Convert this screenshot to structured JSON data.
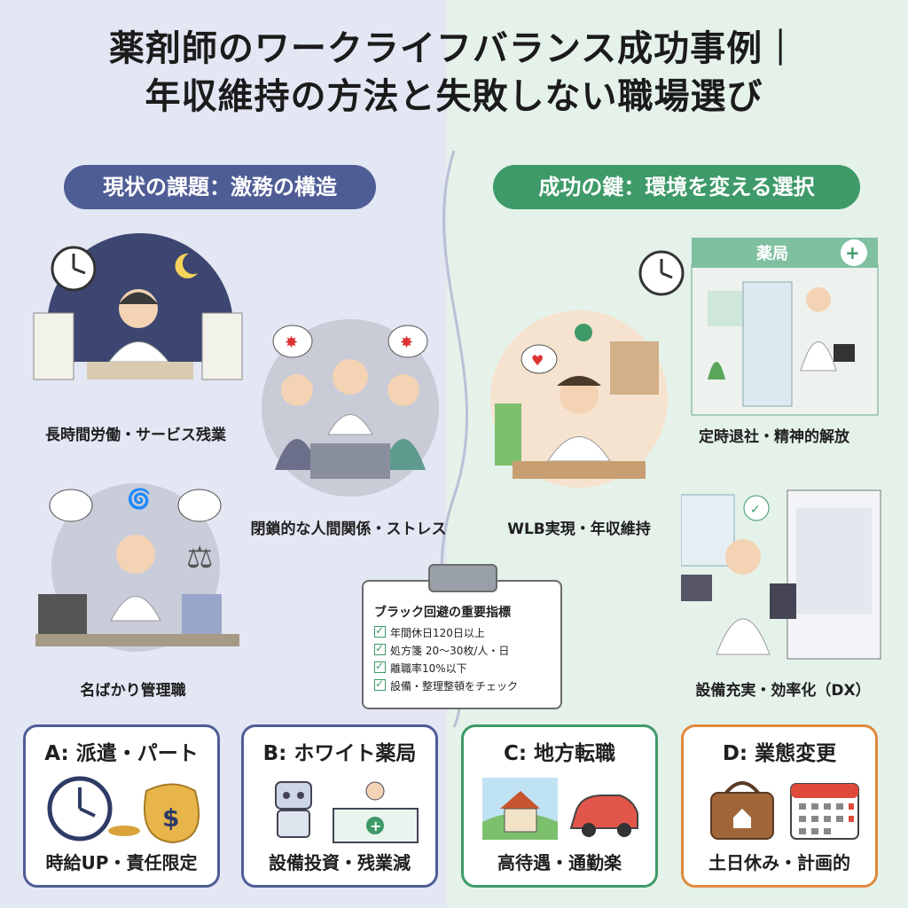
{
  "title": {
    "line1": "薬剤師のワークライフバランス成功事例｜",
    "line2": "年収維持の方法と失敗しない職場選び"
  },
  "left_section": {
    "header": "現状の課題：激務の構造",
    "items": [
      {
        "caption": "長時間労働・サービス残業"
      },
      {
        "caption": "閉鎖的な人間関係・ストレス"
      },
      {
        "caption": "名ばかり管理職"
      }
    ]
  },
  "right_section": {
    "header": "成功の鍵：環境を変える選択",
    "pharmacy_sign": "薬局",
    "items": [
      {
        "caption": "定時退社・精神的解放"
      },
      {
        "caption": "WLB実現・年収維持"
      },
      {
        "caption": "設備充実・効率化（DX）"
      }
    ]
  },
  "checklist": {
    "title": "ブラック回避の重要指標",
    "items": [
      "年間休日120日以上",
      "処方箋 20〜30枚/人・日",
      "離職率10%以下",
      "設備・整理整頓をチェック"
    ]
  },
  "cards": [
    {
      "title": "A: 派遣・パート",
      "bottom": "時給UP・責任限定",
      "color": "#4f5d96",
      "icon": "clock-and-money-bag-icon"
    },
    {
      "title": "B: ホワイト薬局",
      "bottom": "設備投資・残業減",
      "color": "#4f5d96",
      "icon": "robot-and-pharmacy-counter-icon"
    },
    {
      "title": "C: 地方転職",
      "bottom": "高待遇・通勤楽",
      "color": "#3e9a68",
      "icon": "house-and-car-icon"
    },
    {
      "title": "D: 業態変更",
      "bottom": "土日休み・計画的",
      "color": "#e08a3c",
      "icon": "bag-and-calendar-icon"
    }
  ]
}
